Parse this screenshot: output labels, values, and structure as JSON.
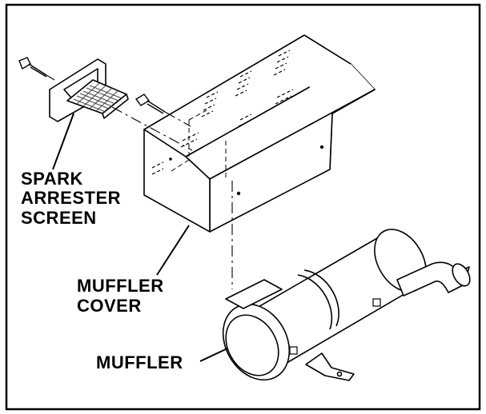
{
  "labels": {
    "spark_arrester_line1": "SPARK",
    "spark_arrester_line2": "ARRESTER",
    "spark_arrester_line3": "SCREEN",
    "muffler_cover_line1": "MUFFLER",
    "muffler_cover_line2": "COVER",
    "muffler": "MUFFLER"
  },
  "colors": {
    "line": "#000000",
    "background": "#ffffff",
    "screen_hatch": "#444444"
  }
}
